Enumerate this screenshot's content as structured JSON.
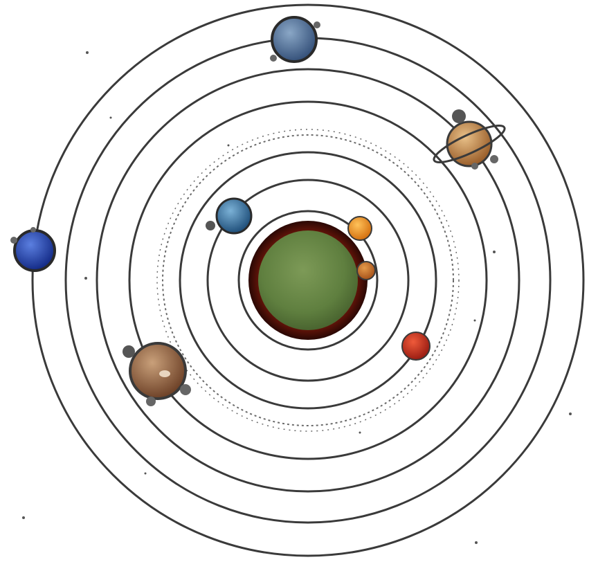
{
  "diagram": {
    "kind": "solar-system-orbits",
    "background_color": "#ffffff",
    "orbit_color": "#3a3a3a",
    "sun": {
      "name": "sun",
      "core_color": "#5f7f3f",
      "halo_color": "#5a1208"
    },
    "planets": [
      {
        "name": "mercury",
        "color": "#e8891a",
        "orbit": 1
      },
      {
        "name": "venus",
        "color": "#c0661c",
        "orbit": 1
      },
      {
        "name": "earth",
        "color": "#3d6f9a",
        "orbit": 2
      },
      {
        "name": "mars",
        "color": "#c0291c",
        "orbit": 3
      },
      {
        "name": "jupiter",
        "color": "#8a5a38",
        "orbit": 4
      },
      {
        "name": "saturn",
        "color": "#b5783a",
        "orbit": 5
      },
      {
        "name": "uranus",
        "color": "#4a6a92",
        "orbit": 6
      },
      {
        "name": "neptune",
        "color": "#1e3fb0",
        "orbit": 7
      }
    ],
    "asteroid_belt": {
      "present": true,
      "color": "#555555"
    },
    "moons_color": "#555555"
  }
}
